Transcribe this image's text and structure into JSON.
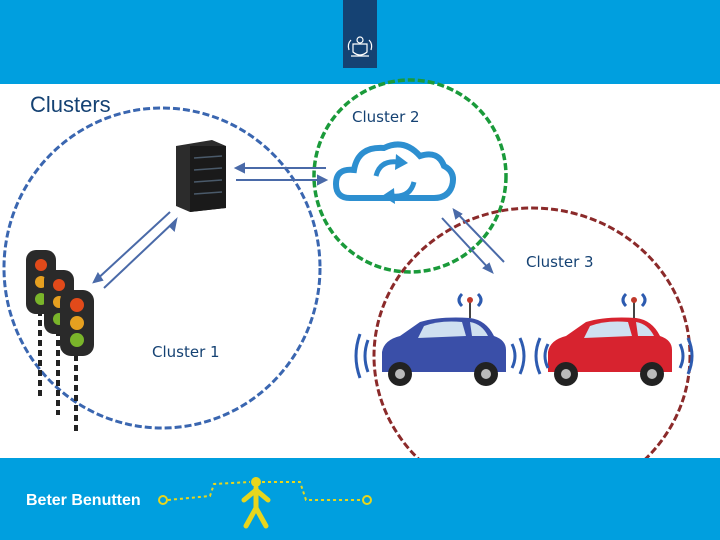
{
  "header": {
    "emblem_icon": "dutch-coat-of-arms-icon"
  },
  "title": "Clusters",
  "clusters": [
    {
      "label": "Cluster 1",
      "color": "#3a66b0"
    },
    {
      "label": "Cluster 2",
      "color": "#1a9a3a"
    },
    {
      "label": "Cluster 3",
      "color": "#8b2a2a"
    }
  ],
  "icons": [
    "server-icon",
    "cloud-sync-icon",
    "traffic-light-icon",
    "blue-car-icon",
    "red-car-icon",
    "pedestrian-icon"
  ],
  "footer": {
    "brand": "Beter Benutten",
    "accent_color": "#e8d61c"
  }
}
